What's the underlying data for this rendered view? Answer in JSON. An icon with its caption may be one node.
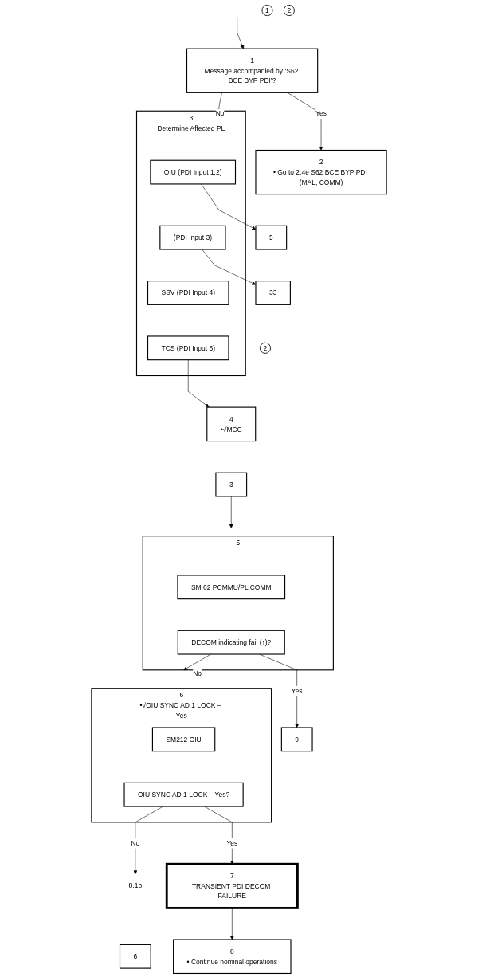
{
  "diagram": {
    "nodes": [
      {
        "text": [
          "1"
        ]
      },
      {
        "text": [
          "2"
        ]
      },
      {
        "text": [
          "1",
          "Message accompanied by ‘S62 BCE BYP PDI’?"
        ]
      },
      {
        "text": [
          "2",
          "• Go to 2.4e S62 BCE BYP PDI (MAL, COMM)"
        ]
      },
      {
        "text": [
          "3",
          "Determine Affected PL"
        ]
      },
      {
        "text": [
          "OIU (PDI Input 1,2)"
        ],
        "in": 4
      },
      {
        "text": [
          "(PDI Input 3)"
        ],
        "in": 4
      },
      {
        "text": [
          "SSV (PDI Input 4)"
        ],
        "in": 4
      },
      {
        "text": [
          "TCS (PDI Input 5)"
        ],
        "in": 4
      },
      {
        "text": [
          "5"
        ]
      },
      {
        "text": [
          "33"
        ]
      },
      {
        "text": [
          "2"
        ]
      },
      {
        "text": [
          "4",
          "•√MCC"
        ]
      },
      {
        "text": [
          "3"
        ]
      },
      {
        "text": [
          "5"
        ]
      },
      {
        "text": [
          "SM 62 PCMMU/PL COMM"
        ],
        "in": 14
      },
      {
        "text": [
          "DECOM indicating fail (↑)?"
        ],
        "in": 14
      },
      {
        "text": [
          "9"
        ]
      },
      {
        "text": [
          "6",
          "•√OIU SYNC AD 1 LOCK – Yes"
        ]
      },
      {
        "text": [
          "SM212 OIU"
        ],
        "in": 18
      },
      {
        "text": [
          "OIU SYNC AD 1 LOCK – Yes?"
        ],
        "in": 18
      },
      {
        "text": [
          "8.1b"
        ]
      },
      {
        "text": [
          "6"
        ]
      },
      {
        "text": [
          "7",
          "TRANSIENT PDI DECOM FAILURE"
        ]
      },
      {
        "text": [
          "8",
          "• Continue nominal operations"
        ]
      }
    ],
    "edges": [
      {
        "from": null,
        "to": 2,
        "arrow": "to"
      },
      {
        "from": 2,
        "to": 3,
        "arrow": "to",
        "label": "Yes"
      },
      {
        "from": 2,
        "to": 4,
        "arrow": "to",
        "label": "No"
      },
      {
        "from": 5,
        "to": 9,
        "arrow": "to"
      },
      {
        "from": 6,
        "to": 10,
        "arrow": "to"
      },
      {
        "from": 8,
        "to": 12,
        "arrow": "to"
      },
      {
        "from": 13,
        "to": 14,
        "arrow": "to"
      },
      {
        "from": 16,
        "to": 18,
        "arrow": "to",
        "label": "No"
      },
      {
        "from": 16,
        "to": 17,
        "arrow": "to",
        "label": "Yes"
      },
      {
        "from": 20,
        "to": 21,
        "arrow": "to",
        "label": "No"
      },
      {
        "from": 20,
        "to": 23,
        "arrow": "to",
        "label": "Yes"
      },
      {
        "from": 23,
        "to": 24,
        "arrow": "to"
      }
    ]
  }
}
